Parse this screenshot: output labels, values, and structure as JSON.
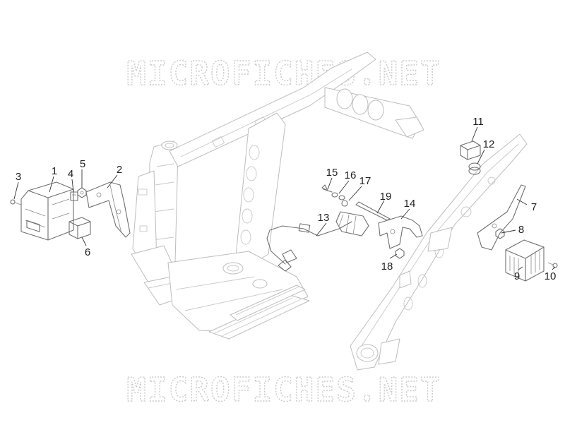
{
  "watermark": {
    "top_text": "MICROFICHES.NET",
    "bottom_text": "MICROFICHES.NET"
  },
  "callouts": [
    "1",
    "2",
    "3",
    "4",
    "5",
    "6",
    "7",
    "8",
    "9",
    "10",
    "11",
    "12",
    "13",
    "14",
    "15",
    "16",
    "17",
    "18",
    "19"
  ],
  "colors": {
    "background": "#ffffff",
    "frame_line": "#bdbdbd",
    "part_line": "#6f6f6f",
    "label": "#222222",
    "watermark": "#c9c9c9"
  }
}
